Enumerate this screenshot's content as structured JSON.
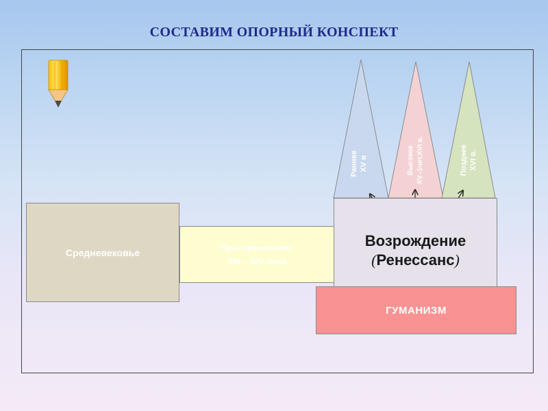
{
  "title": "СОСТАВИМ ОПОРНЫЙ КОНСПЕКТ",
  "icons": {
    "pencil": "pencil-icon"
  },
  "colors": {
    "title": "#1f2a8a",
    "medieval_fill": "#ded7c4",
    "proto_fill": "#fdfdcf",
    "renaissance_fill": "#e6e1ea",
    "humanism_fill": "#f99292",
    "spire_early": "#c9d8ee",
    "spire_high": "#f4d2d4",
    "spire_late": "#d6e3bf"
  },
  "periods": {
    "medieval": "Средневековье",
    "proto": {
      "name": "Проторенессанс",
      "dates": "XIII – XIV века"
    },
    "renaissance": {
      "name": "Возрождение",
      "paren_open": "(",
      "alt_name": "Ренессанс",
      "paren_close": ")"
    },
    "humanism": "ГУМАНИЗМ"
  },
  "spires": [
    {
      "name": "Раннее",
      "dates": "XV в"
    },
    {
      "name": "Высокое",
      "dates": "XV–1чет.XVI в."
    },
    {
      "name": "Позднее",
      "dates": "XVI в."
    }
  ]
}
